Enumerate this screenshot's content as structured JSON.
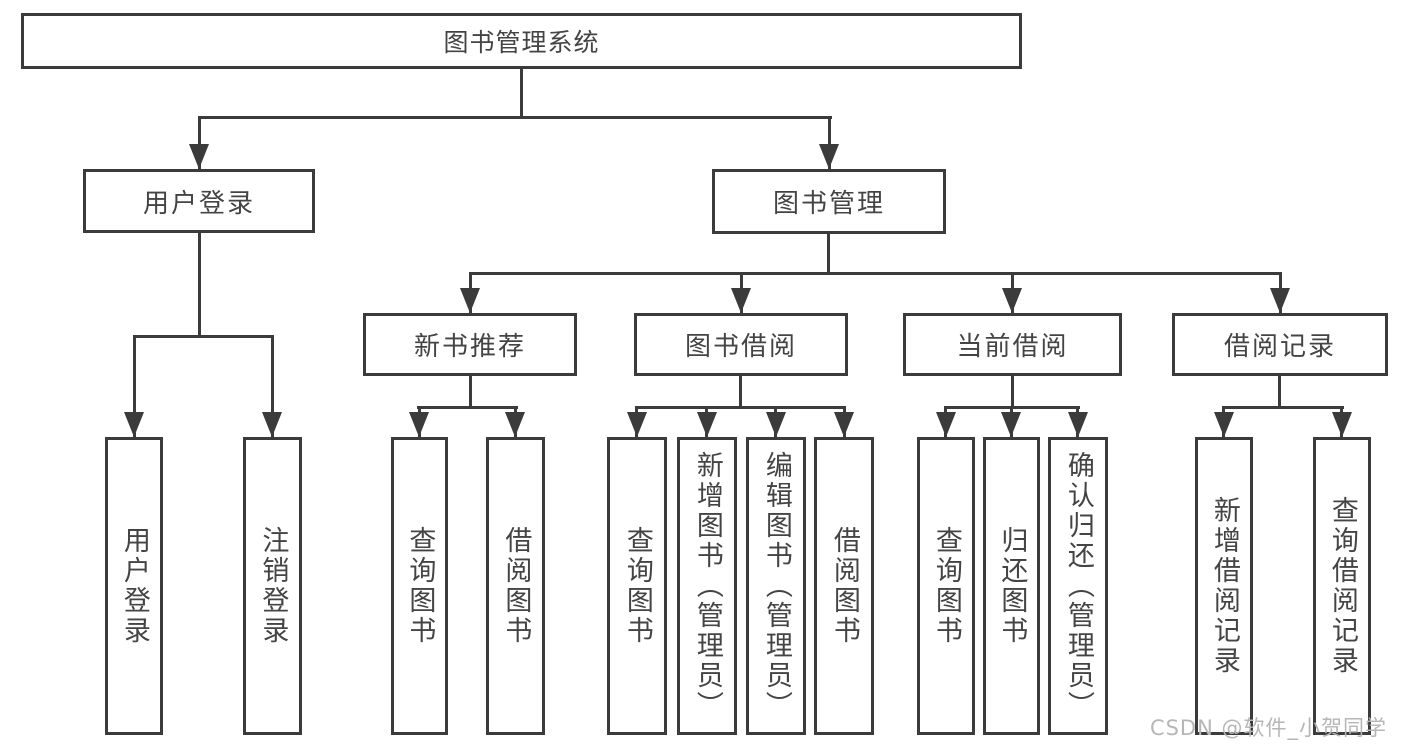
{
  "diagram": {
    "title": "图书管理系统",
    "branches": [
      {
        "label": "用户登录",
        "children": [
          "用户登录",
          "注销登录"
        ]
      },
      {
        "label": "图书管理",
        "modules": [
          {
            "label": "新书推荐",
            "children": [
              "查询图书",
              "借阅图书"
            ]
          },
          {
            "label": "图书借阅",
            "children": [
              "查询图书",
              "新增图书（管理员）",
              "编辑图书（管理员）",
              "借阅图书"
            ]
          },
          {
            "label": "当前借阅",
            "children": [
              "查询图书",
              "归还图书",
              "确认归还（管理员）"
            ]
          },
          {
            "label": "借阅记录",
            "children": [
              "新增借阅记录",
              "查询借阅记录"
            ]
          }
        ]
      }
    ]
  },
  "watermark": "CSDN @软件_小贺同学",
  "colors": {
    "line": "#3b3b3b",
    "text": "#444444",
    "background": "#ffffff",
    "watermark": "#b6b6b6"
  }
}
